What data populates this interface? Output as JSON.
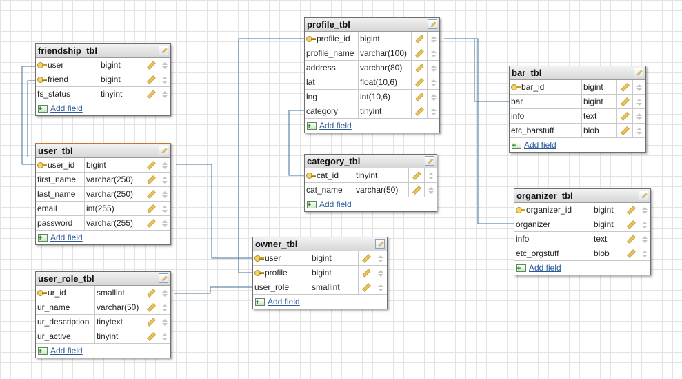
{
  "tables": [
    {
      "id": "friendship_tbl",
      "name": "friendship_tbl",
      "add_label": "Add field",
      "fields": [
        {
          "name": "user",
          "type": "bigint",
          "key": true
        },
        {
          "name": "friend",
          "type": "bigint",
          "key": true
        },
        {
          "name": "fs_status",
          "type": "tinyint",
          "key": false
        }
      ]
    },
    {
      "id": "user_tbl",
      "name": "user_tbl",
      "add_label": "Add field",
      "fields": [
        {
          "name": "user_id",
          "type": "bigint",
          "key": true
        },
        {
          "name": "first_name",
          "type": "varchar(250)",
          "key": false
        },
        {
          "name": "last_name",
          "type": "varchar(250)",
          "key": false
        },
        {
          "name": "email",
          "type": "int(255)",
          "key": false
        },
        {
          "name": "password",
          "type": "varchar(255)",
          "key": false
        }
      ]
    },
    {
      "id": "user_role_tbl",
      "name": "user_role_tbl",
      "add_label": "Add field",
      "fields": [
        {
          "name": "ur_id",
          "type": "smallint",
          "key": true
        },
        {
          "name": "ur_name",
          "type": "varchar(50)",
          "key": false
        },
        {
          "name": "ur_description",
          "type": "tinytext",
          "key": false
        },
        {
          "name": "ur_active",
          "type": "tinyint",
          "key": false
        }
      ]
    },
    {
      "id": "profile_tbl",
      "name": "profile_tbl",
      "add_label": "Add field",
      "fields": [
        {
          "name": "profile_id",
          "type": "bigint",
          "key": true
        },
        {
          "name": "profile_name",
          "type": "varchar(100)",
          "key": false
        },
        {
          "name": "address",
          "type": "varchar(80)",
          "key": false
        },
        {
          "name": "lat",
          "type": "float(10,6)",
          "key": false
        },
        {
          "name": "lng",
          "type": "int(10,6)",
          "key": false
        },
        {
          "name": "category",
          "type": "tinyint",
          "key": false
        }
      ]
    },
    {
      "id": "category_tbl",
      "name": "category_tbl",
      "add_label": "Add field",
      "fields": [
        {
          "name": "cat_id",
          "type": "tinyint",
          "key": true
        },
        {
          "name": "cat_name",
          "type": "varchar(50)",
          "key": false
        }
      ]
    },
    {
      "id": "owner_tbl",
      "name": "owner_tbl",
      "add_label": "Add field",
      "fields": [
        {
          "name": "user",
          "type": "bigint",
          "key": true
        },
        {
          "name": "profile",
          "type": "bigint",
          "key": true
        },
        {
          "name": "user_role",
          "type": "smallint",
          "key": false
        }
      ]
    },
    {
      "id": "bar_tbl",
      "name": "bar_tbl",
      "add_label": "Add field",
      "fields": [
        {
          "name": "bar_id",
          "type": "bigint",
          "key": true
        },
        {
          "name": "bar",
          "type": "bigint",
          "key": false
        },
        {
          "name": "info",
          "type": "text",
          "key": false
        },
        {
          "name": "etc_barstuff",
          "type": "blob",
          "key": false
        }
      ]
    },
    {
      "id": "organizer_tbl",
      "name": "organizer_tbl",
      "add_label": "Add field",
      "fields": [
        {
          "name": "organizer_id",
          "type": "bigint",
          "key": true
        },
        {
          "name": "organizer",
          "type": "bigint",
          "key": false
        },
        {
          "name": "info",
          "type": "text",
          "key": false
        },
        {
          "name": "etc_orgstuff",
          "type": "blob",
          "key": false
        }
      ]
    }
  ],
  "relations": [
    {
      "from": "friendship_tbl.user",
      "to": "user_tbl.user_id"
    },
    {
      "from": "friendship_tbl.friend",
      "to": "user_tbl.user_id"
    },
    {
      "from": "user_tbl.user_id",
      "to": "owner_tbl.user"
    },
    {
      "from": "profile_tbl.profile_id",
      "to": "owner_tbl.profile"
    },
    {
      "from": "user_role_tbl.ur_id",
      "to": "owner_tbl.user_role"
    },
    {
      "from": "profile_tbl.category",
      "to": "category_tbl.cat_id"
    },
    {
      "from": "profile_tbl.profile_id",
      "to": "bar_tbl.bar"
    },
    {
      "from": "profile_tbl.profile_id",
      "to": "organizer_tbl.organizer"
    }
  ],
  "colors": {
    "link": "#3f6f95",
    "key": "#f3d36a",
    "header": "#d6d6d6",
    "selected_border": "#c9782a"
  }
}
